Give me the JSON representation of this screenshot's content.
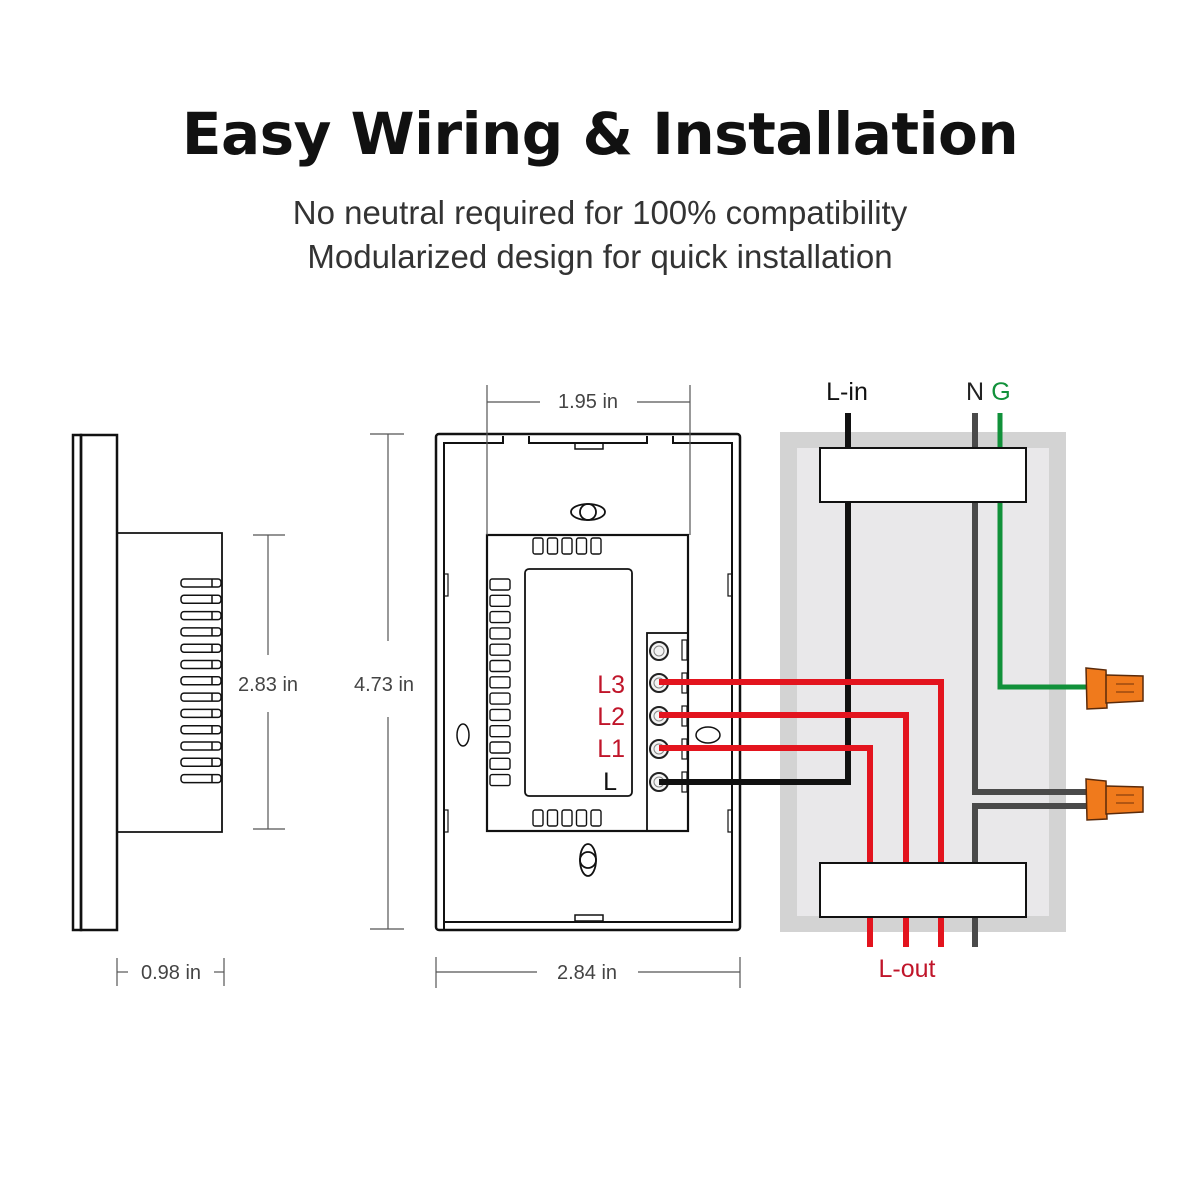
{
  "header": {
    "title": "Easy Wiring & Installation",
    "subtitle_line1": "No neutral required for 100% compatibility",
    "subtitle_line2": "Modularized design for quick installation"
  },
  "side_view": {
    "depth_dimension": "0.98 in",
    "module_height_dimension": "2.83 in"
  },
  "front_view": {
    "module_width_dimension": "1.95 in",
    "plate_height_dimension": "4.73 in",
    "plate_width_dimension": "2.84 in",
    "terminals": [
      {
        "label": "L3",
        "color": "#c0152a"
      },
      {
        "label": "L2",
        "color": "#c0152a"
      },
      {
        "label": "L1",
        "color": "#c0152a"
      },
      {
        "label": "L",
        "color": "#111111"
      }
    ]
  },
  "wall_box": {
    "line_in_label": "L-in",
    "neutral_label": "N",
    "ground_label": "G",
    "line_out_label": "L-out"
  },
  "colors": {
    "live_wire": "#e3141e",
    "line_wire": "#111111",
    "neutral_wire": "#4a4a4a",
    "ground_wire": "#11913a",
    "wire_nut": "#f07a1c",
    "box_gray": "#d3d3d3"
  }
}
